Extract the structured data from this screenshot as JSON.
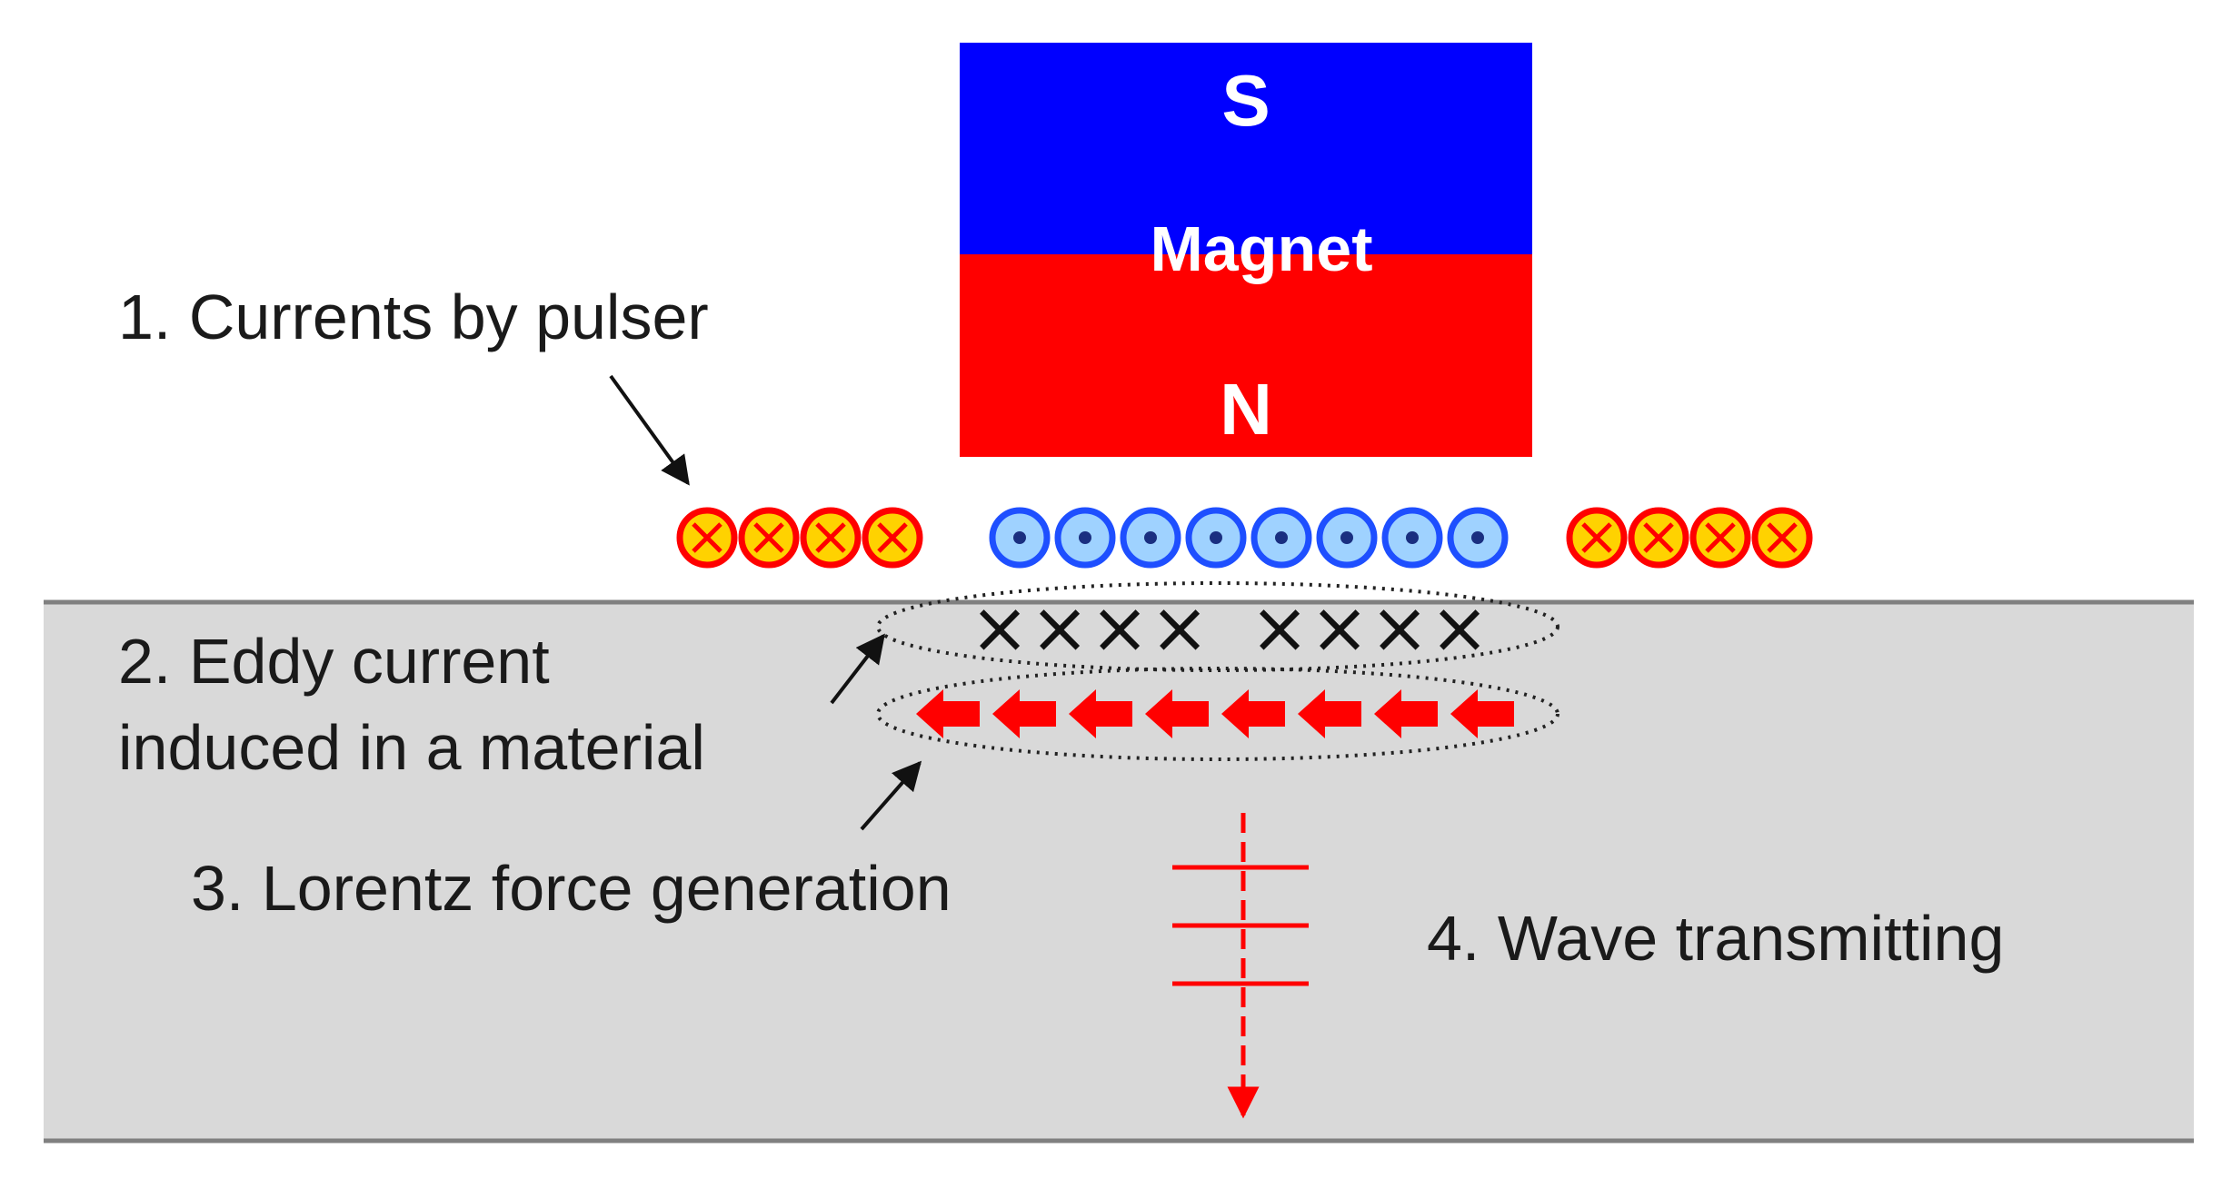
{
  "magnet": {
    "south_label": "S",
    "name_label": "Magnet",
    "north_label": "N",
    "south_color": "#0000ff",
    "north_color": "#ff0000"
  },
  "labels": {
    "step1": "1. Currents by pulser",
    "step2_line1": "2. Eddy current",
    "step2_line2": "induced in a material",
    "step3": "3. Lorentz force generation",
    "step4": "4. Wave transmitting"
  },
  "coil": {
    "into_page_groups": [
      4,
      4
    ],
    "out_of_page_count": 8,
    "into_page_fill": "#ffd200",
    "into_page_ring": "#ff0000",
    "out_of_page_fill": "#9fd2ff",
    "out_of_page_ring": "#1e4fff"
  },
  "eddy_current": {
    "cross_mark": "×",
    "cross_groups": [
      4,
      4
    ]
  },
  "lorentz_force": {
    "arrow_count": 8,
    "arrow_color": "#ff0000"
  },
  "material": {
    "fill": "#d9d9d9",
    "border": "#808080"
  },
  "wave": {
    "front_count": 3,
    "color": "#ff0000"
  }
}
